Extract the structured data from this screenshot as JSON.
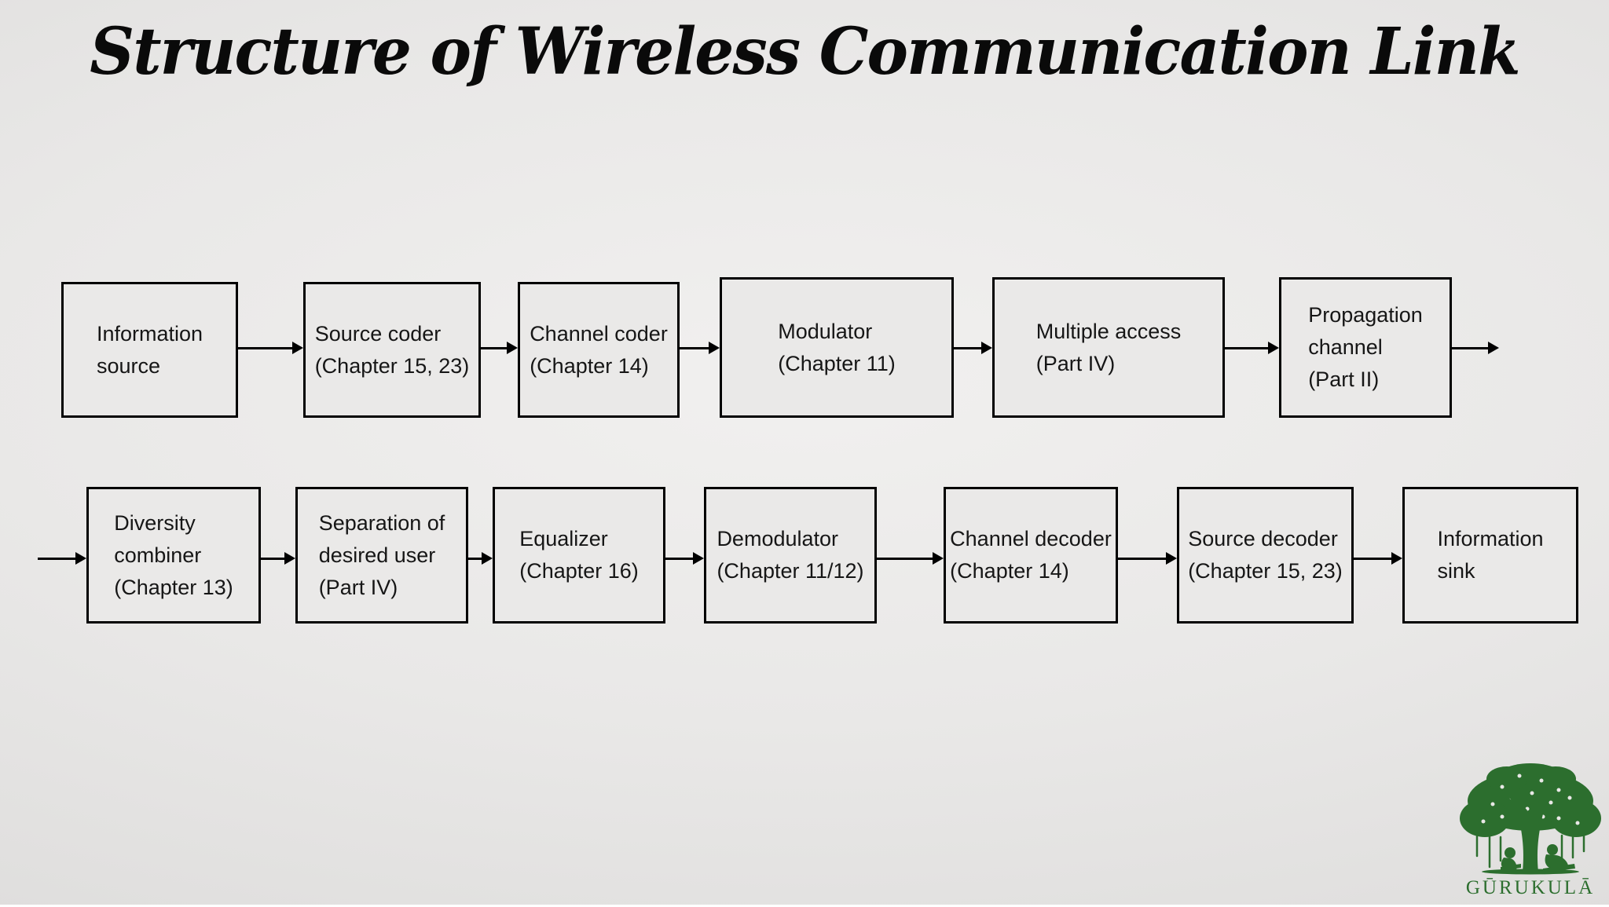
{
  "title": "Structure of Wireless Communication Link",
  "diagram": {
    "top_row": [
      {
        "name": "information-source",
        "lines": [
          "Information",
          "source"
        ]
      },
      {
        "name": "source-coder",
        "lines": [
          "Source coder",
          "(Chapter 15, 23)"
        ]
      },
      {
        "name": "channel-coder",
        "lines": [
          "Channel coder",
          "(Chapter 14)"
        ]
      },
      {
        "name": "modulator",
        "lines": [
          "Modulator",
          "(Chapter 11)"
        ]
      },
      {
        "name": "multiple-access",
        "lines": [
          "Multiple access",
          "(Part IV)"
        ]
      },
      {
        "name": "propagation-channel",
        "lines": [
          "Propagation",
          "channel",
          "(Part II)"
        ]
      }
    ],
    "bottom_row": [
      {
        "name": "diversity-combiner",
        "lines": [
          "Diversity",
          "combiner",
          "(Chapter 13)"
        ]
      },
      {
        "name": "separation-of-desired-user",
        "lines": [
          "Separation of",
          "desired user",
          "(Part IV)"
        ]
      },
      {
        "name": "equalizer",
        "lines": [
          "Equalizer",
          "(Chapter 16)"
        ]
      },
      {
        "name": "demodulator",
        "lines": [
          "Demodulator",
          "(Chapter 11/12)"
        ]
      },
      {
        "name": "channel-decoder",
        "lines": [
          "Channel decoder",
          "(Chapter 14)"
        ]
      },
      {
        "name": "source-decoder",
        "lines": [
          "Source decoder",
          "(Chapter 15, 23)"
        ]
      },
      {
        "name": "information-sink",
        "lines": [
          "Information",
          "sink"
        ]
      }
    ]
  },
  "logo": {
    "text": "GŪRUKULĀ"
  },
  "colors": {
    "logo_green": "#2c6e2e",
    "box_border": "#000000",
    "title_color": "#0a0a0a",
    "background": "#e7e6e5"
  }
}
